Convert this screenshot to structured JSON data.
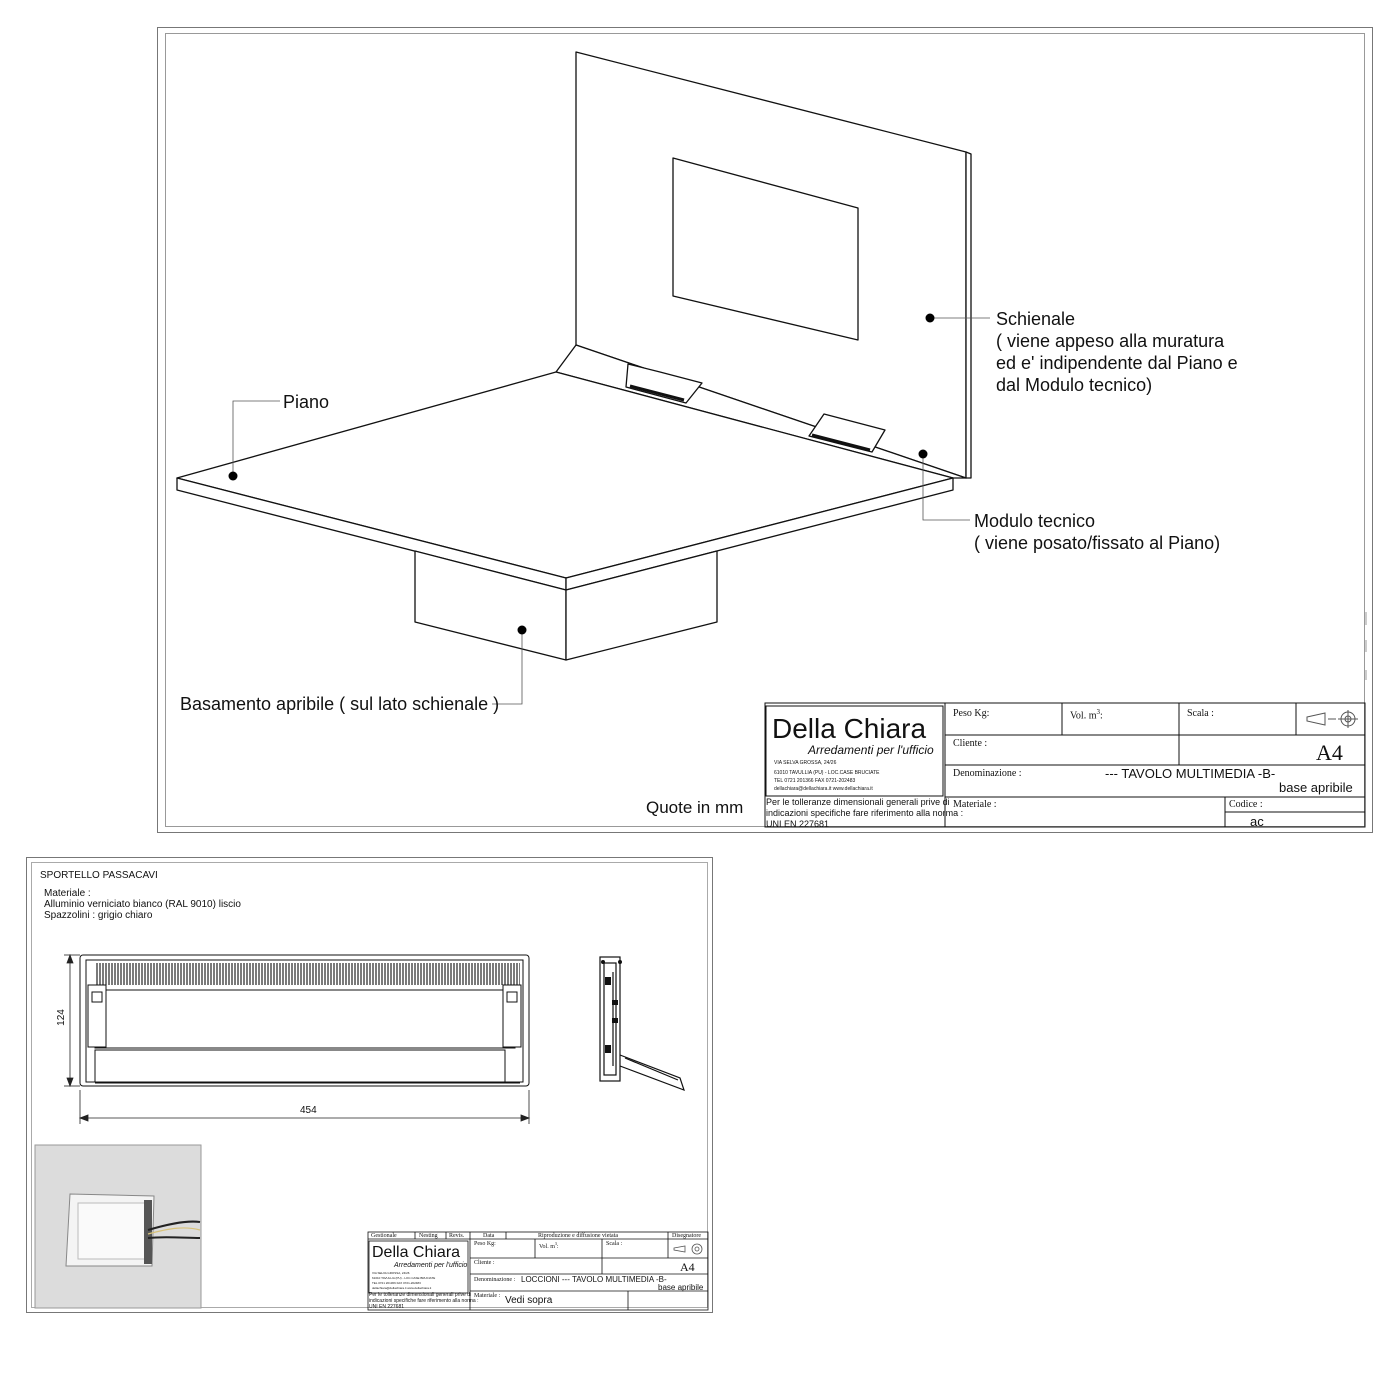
{
  "sheet1": {
    "callouts": {
      "piano": "Piano",
      "schienale_title": "Schienale",
      "schienale_line1": "( viene appeso alla muratura",
      "schienale_line2": "ed e' indipendente dal Piano e",
      "schienale_line3": "dal Modulo tecnico)",
      "modulo_title": "Modulo tecnico",
      "modulo_line1": "( viene posato/fissato al Piano)",
      "basamento": "Basamento apribile ( sul lato schienale )"
    },
    "units_note": "Quote in mm",
    "title_block": {
      "company": "Della Chiara",
      "tagline": "Arredamenti per l'ufficio",
      "address1": "VIA SELVA GROSSA, 24/26",
      "address2": "61010 TAVULLIA (PU) - LOC.CASE BRUCIATE",
      "address3": "TEL 0721 201366   FAX 0721-202483",
      "address4": "dellachiara@dellachiara.it   www.dellachiara.it",
      "tolerance_line1": "Per le tolleranze dimensionali generali prive di",
      "tolerance_line2": "indicazioni specifiche fare riferimento alla norma :",
      "tolerance_line3": "UNI EN 227681",
      "peso": "Peso Kg:",
      "vol": "Vol. m",
      "vol_sup": "3",
      "vol_colon": ":",
      "scala": "Scala :",
      "cliente": "Cliente :",
      "format": "A4",
      "denominazione": "Denominazione :",
      "denominazione_value1": "--- TAVOLO MULTIMEDIA  -B-",
      "denominazione_value2": "base apribile",
      "materiale": "Materiale :",
      "codice": "Codice :",
      "codice_value": "ac"
    }
  },
  "sheet2": {
    "title": "SPORTELLO PASSACAVI",
    "materiale_label": "Materiale :",
    "materiale_line1": "Alluminio verniciato bianco (RAL 9010) liscio",
    "materiale_line2": "Spazzolini : grigio chiaro",
    "dim_height": "124",
    "dim_width": "454",
    "title_block": {
      "headers": [
        "Gestionale",
        "Nesting",
        "Revis.",
        "Data",
        "Riproduzione e diffusione vietata",
        "Disegnatore"
      ],
      "company": "Della Chiara",
      "tagline": "Arredamenti per l'ufficio",
      "address1": "VIA SELVA GROSSA, 24/26",
      "address2": "61010 TAVULLIA (PU) - LOC.CASE BRUCIATE",
      "address3": "TEL 0721 201366   FAX 0721-202483",
      "address4": "dellachiara@dellachiara.it   www.dellachiara.it",
      "tolerance_line1": "Per le tolleranze dimensionali generali prive di",
      "tolerance_line2": "indicazioni specifiche fare riferimento alla norma :",
      "tolerance_line3": "UNI EN 227681",
      "peso": "Peso Kg:",
      "vol": "Vol. m",
      "vol_sup": "3",
      "vol_colon": ":",
      "scala": "Scala :",
      "cliente": "Cliente :",
      "format": "A4",
      "denominazione": "Denominazione :",
      "denominazione_value1": "LOCCIONI --- TAVOLO MULTIMEDIA  -B-",
      "denominazione_value2": "base apribile",
      "materiale": "Materiale :",
      "materiale_value": "Vedi sopra"
    }
  },
  "colors": {
    "line": "#111111",
    "panel_fill": "#ffffff",
    "photo_bg": "#dcdcdc",
    "brush": "#2a2a2a"
  },
  "icons": [
    "projection-symbol-icon",
    "callout-dot-icon",
    "cable-grommet-photo"
  ]
}
